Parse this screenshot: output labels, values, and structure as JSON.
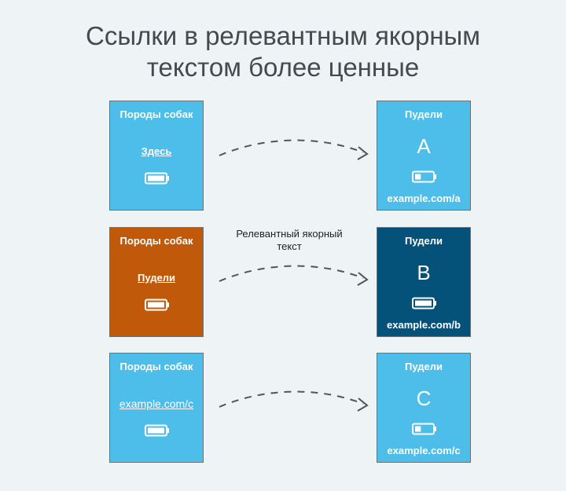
{
  "title": {
    "line1": "Ссылки в релевантным якорным",
    "line2": "текстом более ценные"
  },
  "colors": {
    "background": "#eef4f5",
    "card_light_blue": "#4dbde9",
    "card_orange": "#c05a0a",
    "card_dark_blue": "#045179",
    "arrow": "#4f5559"
  },
  "rows": [
    {
      "source": {
        "heading": "Породы собак",
        "link_text": "Здесь",
        "color": "#4dbde9"
      },
      "target": {
        "heading": "Пудели",
        "letter": "A",
        "url": "example.com/a",
        "color": "#4dbde9",
        "battery_level": 0.35
      }
    },
    {
      "source": {
        "heading": "Породы собак",
        "link_text": "Пудели",
        "color": "#c05a0a"
      },
      "target": {
        "heading": "Пудели",
        "letter": "B",
        "url": "example.com/b",
        "color": "#045179",
        "battery_level": 1.0
      },
      "note": {
        "line1": "Релевантный якорный",
        "line2": "текст"
      }
    },
    {
      "source": {
        "heading": "Породы собак",
        "link_text": "example.com/c",
        "color": "#4dbde9"
      },
      "target": {
        "heading": "Пудели",
        "letter": "C",
        "url": "example.com/c",
        "color": "#4dbde9",
        "battery_level": 0.35
      }
    }
  ]
}
